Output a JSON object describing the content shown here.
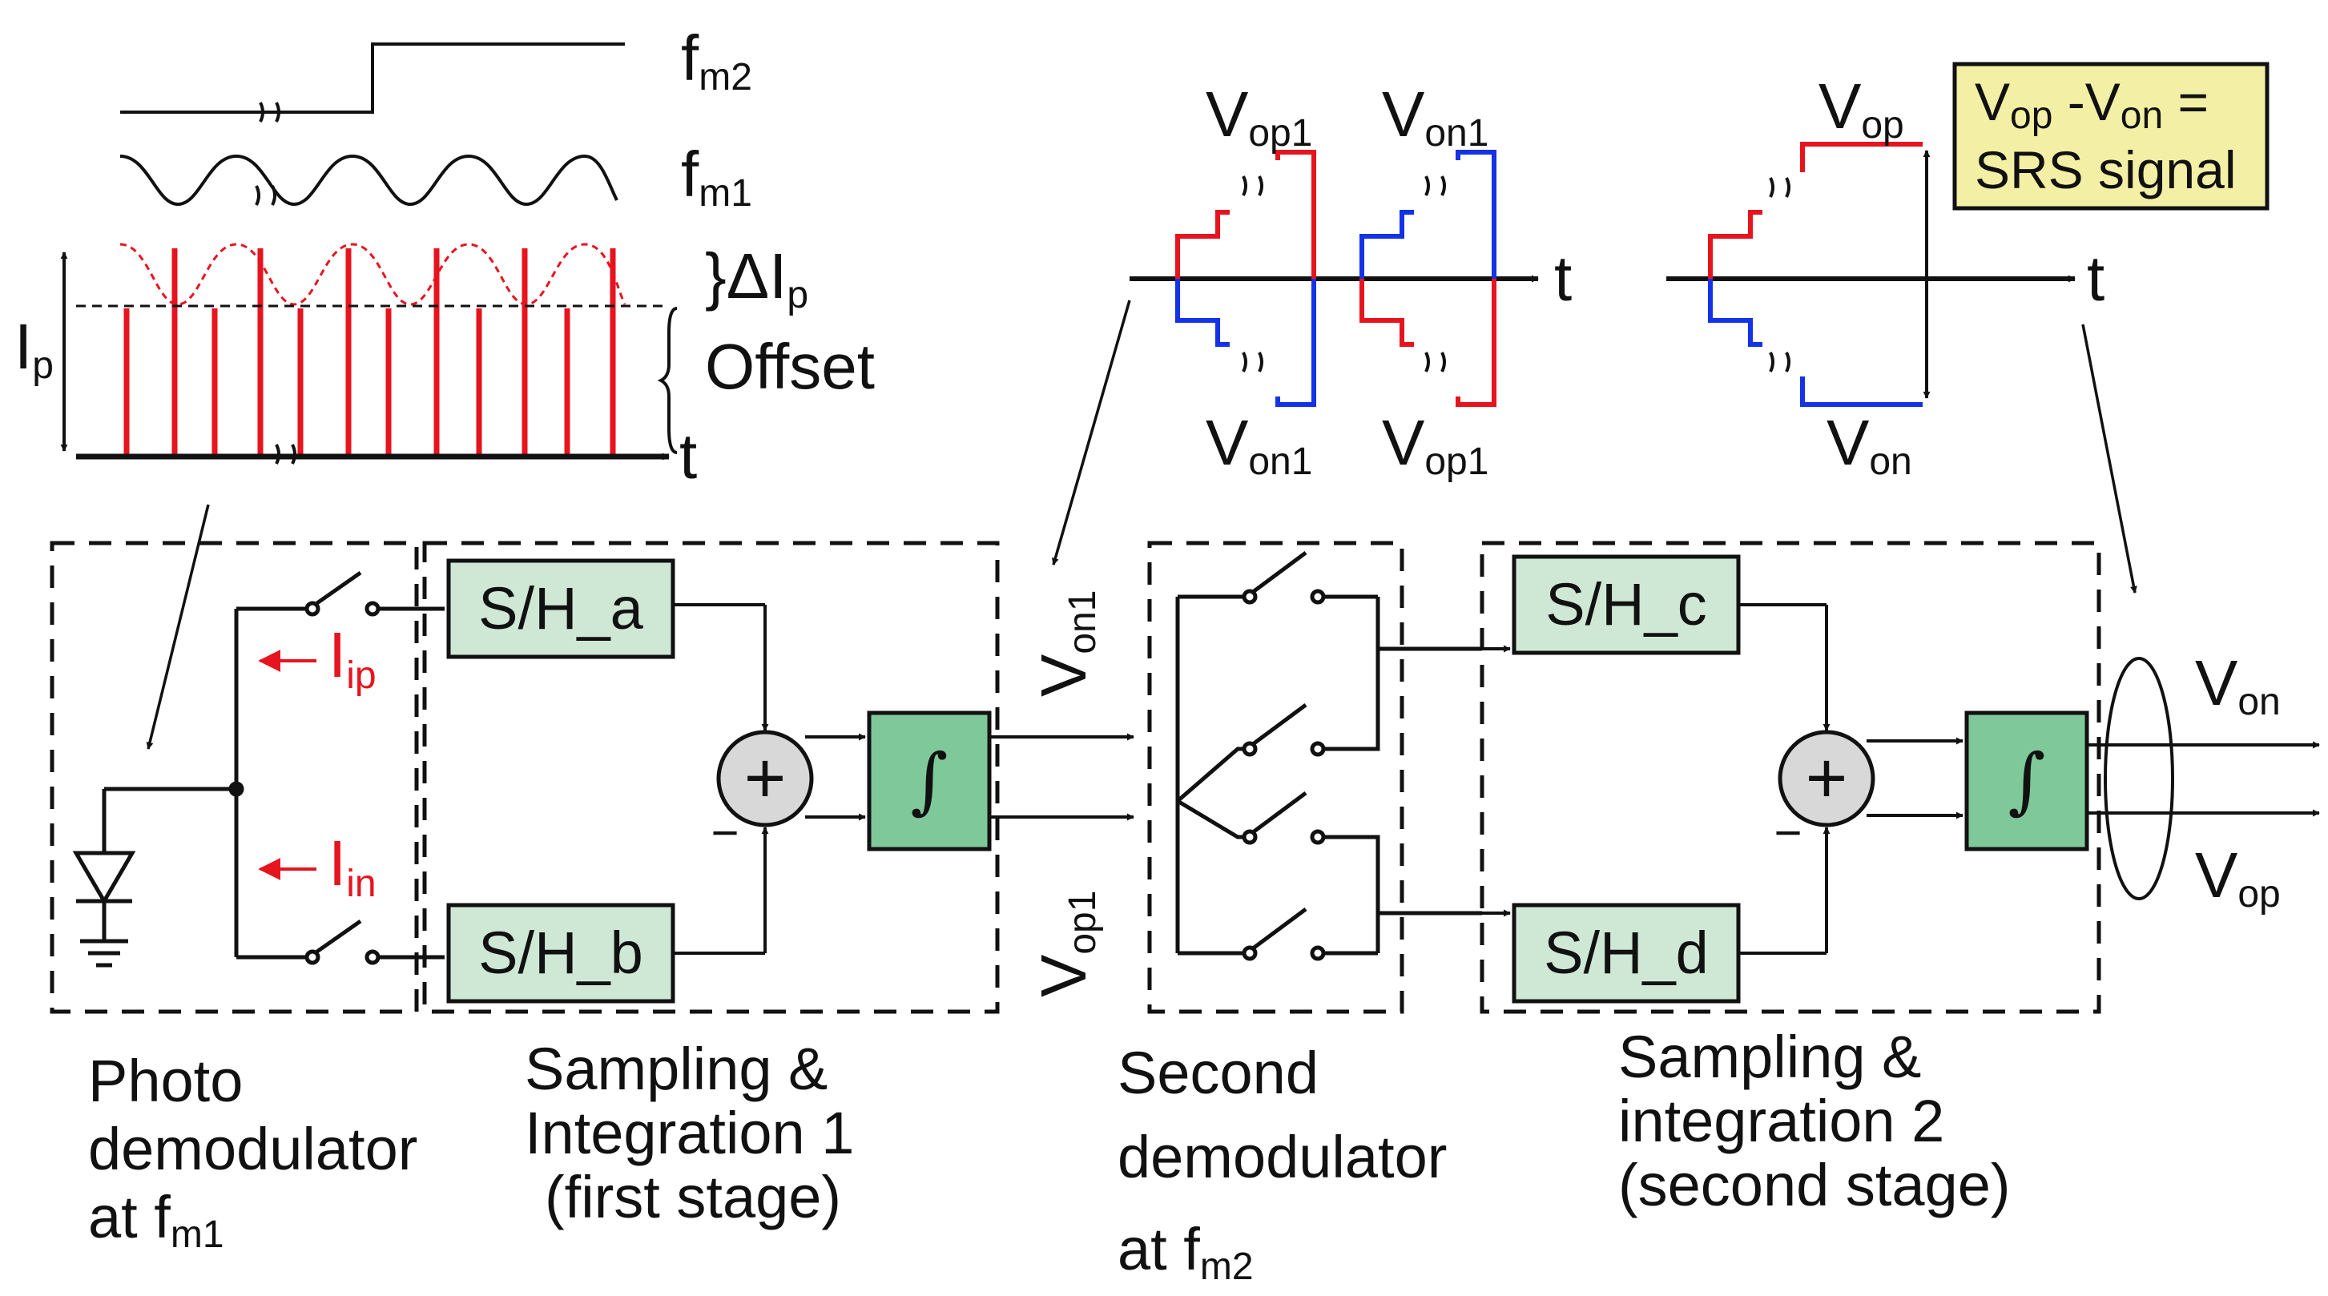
{
  "colors": {
    "red": "#e6141e",
    "blue": "#1432e6",
    "block_fill": "#cfe8d6",
    "note_fill": "#f3f0a6",
    "line": "#111111"
  },
  "waveforms": {
    "fm2": {
      "main": "f",
      "sub": "m2"
    },
    "fm1": {
      "main": "f",
      "sub": "m1"
    },
    "delta_ip": {
      "main": "}ΔI",
      "sub": "p"
    },
    "offset": "Offset",
    "ip": {
      "main": "I",
      "sub": "p"
    },
    "t_axis": "t"
  },
  "timing": {
    "first_stage_top_left": {
      "main": "V",
      "sub": "op1"
    },
    "first_stage_top_right": {
      "main": "V",
      "sub": "on1"
    },
    "first_stage_bottom_left": {
      "main": "V",
      "sub": "on1"
    },
    "first_stage_bottom_right": {
      "main": "V",
      "sub": "op1"
    },
    "t_axis": "t",
    "second_stage_top": {
      "main": "V",
      "sub": "op"
    },
    "second_stage_bottom": {
      "main": "V",
      "sub": "on"
    },
    "second_t_axis": "t"
  },
  "note": {
    "line1": {
      "main1": "V",
      "sub1": "op",
      "mid": " -V",
      "sub2": "on",
      "tail": " ="
    },
    "line2": "SRS signal"
  },
  "blocks": {
    "sh_a": "S/H_a",
    "sh_b": "S/H_b",
    "sh_c": "S/H_c",
    "sh_d": "S/H_d",
    "plus": "+",
    "minus": "−",
    "integral": "∫"
  },
  "currents": {
    "iip": {
      "main": "I",
      "sub": "ip"
    },
    "iin": {
      "main": "I",
      "sub": "in"
    }
  },
  "signals": {
    "von1": {
      "main": "V",
      "sub": "on1"
    },
    "vop1": {
      "main": "V",
      "sub": "op1"
    },
    "von": {
      "main": "V",
      "sub": "on"
    },
    "vop": {
      "main": "V",
      "sub": "op"
    }
  },
  "captions": {
    "photo": {
      "line1": "Photo",
      "line2": "demodulator",
      "line3_main": "at f",
      "line3_sub": "m1"
    },
    "stage1": {
      "line1": "Sampling &",
      "line2": "Integration 1",
      "line3": "(first stage)"
    },
    "second": {
      "line1": "Second",
      "line2": "demodulator",
      "line3_main": "at f",
      "line3_sub": "m2"
    },
    "stage2": {
      "line1": "Sampling &",
      "line2": "integration 2",
      "line3": "(second stage)"
    }
  }
}
